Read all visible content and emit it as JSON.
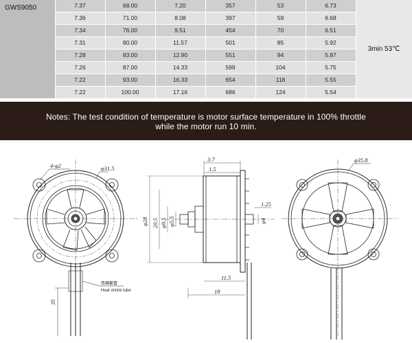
{
  "table": {
    "model": "GWS9050",
    "condition": "3min 53℃",
    "rows": [
      [
        "7.37",
        "68.00",
        "7.20",
        "357",
        "53",
        "6.73"
      ],
      [
        "7.36",
        "71.00",
        "8.08",
        "397",
        "59",
        "6.68"
      ],
      [
        "7.34",
        "76.00",
        "9.51",
        "454",
        "70",
        "6.51"
      ],
      [
        "7.31",
        "80.00",
        "11.57",
        "501",
        "85",
        "5.92"
      ],
      [
        "7.28",
        "83.00",
        "12.90",
        "551",
        "94",
        "5.87"
      ],
      [
        "7.26",
        "87.00",
        "14.33",
        "599",
        "104",
        "5.75"
      ],
      [
        "7.22",
        "93.00",
        "16.33",
        "654",
        "118",
        "5.55"
      ],
      [
        "7.22",
        "100.00",
        "17.16",
        "686",
        "124",
        "5.54"
      ]
    ]
  },
  "notes": {
    "line1": "Notes: The test condition of temperature is motor surface temperature in 100% throttle",
    "line2": "while the motor run 10 min."
  },
  "drawing": {
    "mount_holes": "4-φ2",
    "bolt_circle": "φ31.5",
    "dim_3_7": "3.7",
    "dim_1_5": "1.5",
    "dim_28": "φ28",
    "dim_20_5": "20.5",
    "dim_9_5": "φ9.5",
    "dim_5_5": "φ5.5",
    "dim_1_25": "1.25",
    "dim_4": "φ4",
    "dim_11_5": "11.5",
    "dim_18": "18",
    "dim_35_8": "φ35.8",
    "dim_lead": "35",
    "heat_shrink_cn": "热缩套管",
    "heat_shrink_en": "Heat shrink tube"
  }
}
